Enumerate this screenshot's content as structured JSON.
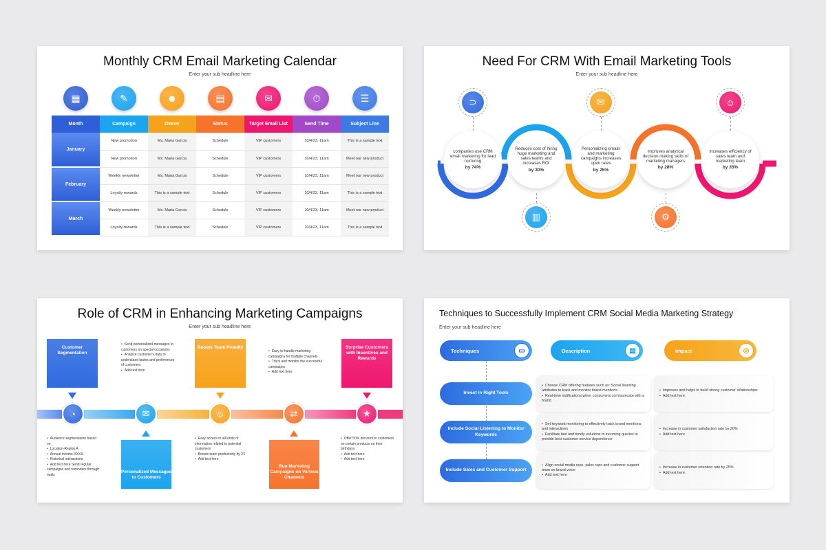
{
  "slide1": {
    "title": "Monthly CRM Email Marketing Calendar",
    "subtitle": "Enter your sub headline here",
    "icons": [
      "calendar-icon",
      "campaign-icon",
      "owner-icon",
      "status-icon",
      "email-icon",
      "time-icon",
      "subject-icon"
    ],
    "headers": [
      "Month",
      "Campaign",
      "Owner",
      "Status",
      "Target Email List",
      "Send Time",
      "Subject Line"
    ],
    "colors": [
      "#2f5fd6",
      "#1ba4f0",
      "#f7a21b",
      "#f7732c",
      "#f0166f",
      "#a249c9",
      "#3d7ae6"
    ],
    "months": [
      "January",
      "February",
      "March"
    ],
    "rows": [
      [
        "New promotion",
        "Ms. Maria Garcia",
        "Schedule",
        "VIP customers",
        "10/4/23, 11am",
        "This is a sample text"
      ],
      [
        "New promotion",
        "Ms. Maria Garcia",
        "Schedule",
        "VIP customers",
        "10/4/23, 11am",
        "Meet our new product"
      ],
      [
        "Weekly newsletter",
        "Ms. Maria Garcia",
        "Schedule",
        "VIP customers",
        "10/4/23, 11am",
        "Meet our new product"
      ],
      [
        "Loyalty rewards",
        "This is a sample text",
        "Schedule",
        "VIP customers",
        "10/4/23, 11am",
        "This is a sample text"
      ],
      [
        "Weekly newsletter",
        "Ms. Maria Garcia",
        "Schedule",
        "VIP customers",
        "10/4/23, 11am",
        "Meet our new product"
      ],
      [
        "Loyalty rewards",
        "This is a sample text",
        "Schedule",
        "VIP customers",
        "10/4/23, 11am",
        "This is a sample text"
      ]
    ]
  },
  "slide2": {
    "title": "Need For CRM With Email Marketing Tools",
    "subtitle": "Enter your sub headline here",
    "items": [
      {
        "text": "companies use CRM email marketing for lead nurturing",
        "stat": "by 74%",
        "color": "#2f6be0",
        "icon": "magnet-icon"
      },
      {
        "text": "Reduces cost of hiring huge marketing and sales teams and increases ROI",
        "stat": "by 30%",
        "color": "#1ba4f0",
        "icon": "chart-icon"
      },
      {
        "text": "Personalizing emails and marketing campaigns increases open rates",
        "stat": "by 25%",
        "color": "#f7a21b",
        "icon": "email-icon"
      },
      {
        "text": "Improves analytical decision making skills of marketing managers",
        "stat": "by 28%",
        "color": "#f7732c",
        "icon": "decision-icon"
      },
      {
        "text": "Increases efficiency of sales team and marketing team",
        "stat": "by 35%",
        "color": "#f0166f",
        "icon": "team-icon"
      }
    ]
  },
  "slide3": {
    "title": "Role of CRM in Enhancing Marketing Campaigns",
    "subtitle": "Enter your sub headline here",
    "cards_top": [
      {
        "label": "Customer Segmentation",
        "color": "#2f6be0"
      },
      {
        "label": "Boosts Team Proudly",
        "color": "#f7a21b"
      },
      {
        "label": "Surprise Customers with Incentives and Rewards",
        "color": "#f0166f"
      }
    ],
    "cards_bottom": [
      {
        "label": "Personalized Messages to Customers",
        "color": "#1ba4f0"
      },
      {
        "label": "Run Marketing Campaigns on Various Channels",
        "color": "#f7732c"
      }
    ],
    "bullets_top": [
      [
        "Send personalized messages to customers on special occasions",
        "Analyze customer's data to understand tastes and preferences of customers",
        "Add text here"
      ],
      [
        "Easy to handle marketing campaigns for multiple channels",
        "Track and monitor the successful campaigns",
        "Add text here"
      ]
    ],
    "bullets_bottom": [
      [
        "Audience segmentation based on",
        "Location-Region A",
        "Annual income-XXXX",
        "Historical interactions",
        "Add text here Send regular campaigns and reminders through mails"
      ],
      [
        "Easy access to all kinds of information related to potential customers",
        "Boosts team productivity by 2X",
        "Add text here"
      ],
      [
        "Offer 50% discount to customers on certain products on their birthdays",
        "Add text here",
        "Add text here"
      ]
    ],
    "node_icons": [
      "segmentation-icon",
      "message-icon",
      "team-icon",
      "channels-icon",
      "reward-icon"
    ]
  },
  "slide4": {
    "title": "Techniques to Successfully Implement CRM Social Media Marketing Strategy",
    "subtitle": "Enter your sub headline here",
    "headers": [
      {
        "label": "Techniques",
        "icon": "browser-icon"
      },
      {
        "label": "Description",
        "icon": "document-icon"
      },
      {
        "label": "Impact",
        "icon": "target-icon"
      }
    ],
    "rows": [
      {
        "technique": "Invest in Right Tools",
        "description": [
          "Choose CRM offering features such as: Social listening attributes to track and monitor brand mentions",
          "Real-time notifications when consumers communicate with a brand"
        ],
        "impact": [
          "Improves and helps to build strong customer relationships",
          "Add text here"
        ]
      },
      {
        "technique": "Include Social Listening to Monitor Keywords",
        "description": [
          "Set keyword monitoring to effectively track brand mentions and interactions",
          "Facilitate fast and timely solutions to incoming queries to provide best customer service dependence"
        ],
        "impact": [
          "Increase in customer satisfaction rate by 20%",
          "Add text here"
        ]
      },
      {
        "technique": "Include Sales and Customer Support",
        "description": [
          "Align social media reps, sales reps and customer support team on brand voice",
          "Add text here"
        ],
        "impact": [
          "Increase in customer retention rate by 25%",
          "Add text here"
        ]
      }
    ]
  }
}
